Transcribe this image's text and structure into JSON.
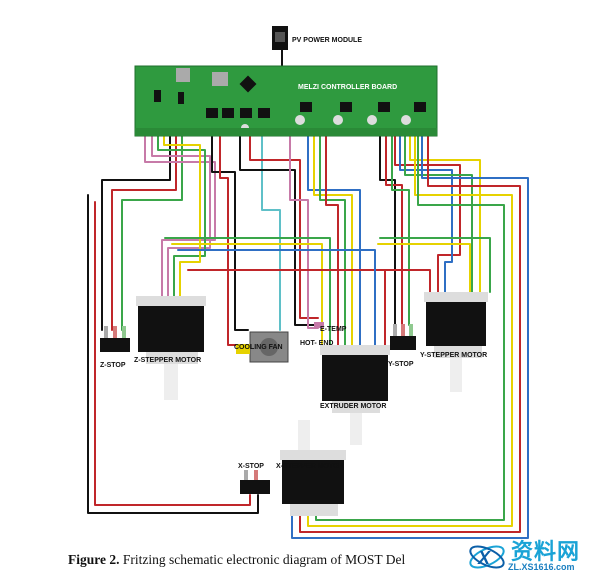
{
  "labels": {
    "power_module": "PV POWER MODULE",
    "controller_board": "MELZI CONTROLLER BOARD",
    "z_stop": "Z-STOP",
    "z_motor": "Z-STEPPER MOTOR",
    "cooling_fan": "COOLING FAN",
    "e_temp": "E-TEMP",
    "hot_end": "HOT- END",
    "y_stop": "Y-STOP",
    "y_motor": "Y-STEPPER MOTOR",
    "extruder_motor": "EXTRUDER MOTOR",
    "x_stop": "X-STOP",
    "x_motor": "X-STEPPER MOTOR"
  },
  "caption": {
    "prefix": "Figure 2.",
    "text": " Fritzing schematic electronic diagram of MOST Del"
  },
  "watermark": {
    "text": "资料网",
    "url": "ZL.XS1616.com"
  },
  "colors": {
    "board": "#2f9a3f",
    "wire_black": "#111111",
    "wire_red": "#c0262a",
    "wire_green": "#3aa64a",
    "wire_yellow": "#e6d200",
    "wire_blue": "#2f6fc4",
    "wire_pink": "#c77aa8",
    "wire_cyan": "#5fc0c8"
  }
}
